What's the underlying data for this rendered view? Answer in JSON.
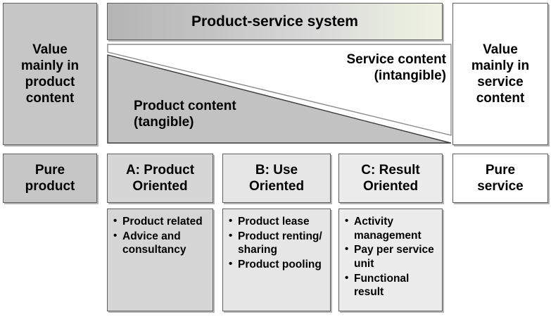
{
  "diagram": {
    "left_column": {
      "value_box": "Value\nmainly in\nproduct\ncontent",
      "pure_box": "Pure\nproduct"
    },
    "right_column": {
      "value_box": "Value\nmainly in\nservice\ncontent",
      "pure_box": "Pure\nservice"
    },
    "banner": {
      "title": "Product-service system"
    },
    "split": {
      "service_label": "Service content\n(intangible)",
      "product_label": "Product content\n(tangible)"
    },
    "categories": [
      {
        "id": "A",
        "heading": "A: Product\nOriented",
        "bullets": [
          "Product related",
          "Advice and consultancy"
        ]
      },
      {
        "id": "B",
        "heading": "B: Use\nOriented",
        "bullets": [
          "Product lease",
          "Product renting/ sharing",
          "Product pooling"
        ]
      },
      {
        "id": "C",
        "heading": "C: Result\nOriented",
        "bullets": [
          "Activity management",
          "Pay per service unit",
          "Functional result"
        ]
      }
    ],
    "colors": {
      "dark_gray": "#c6c6c6",
      "gray_a": "#d6d6d6",
      "gray_b": "#e6e6e6",
      "gray_c": "#ececec",
      "white": "#ffffff",
      "banner_start": "#b4b4b4",
      "banner_end": "#eef1e2",
      "triangle_gray": "#c2c2c2",
      "border": "#5f5f5f"
    }
  }
}
